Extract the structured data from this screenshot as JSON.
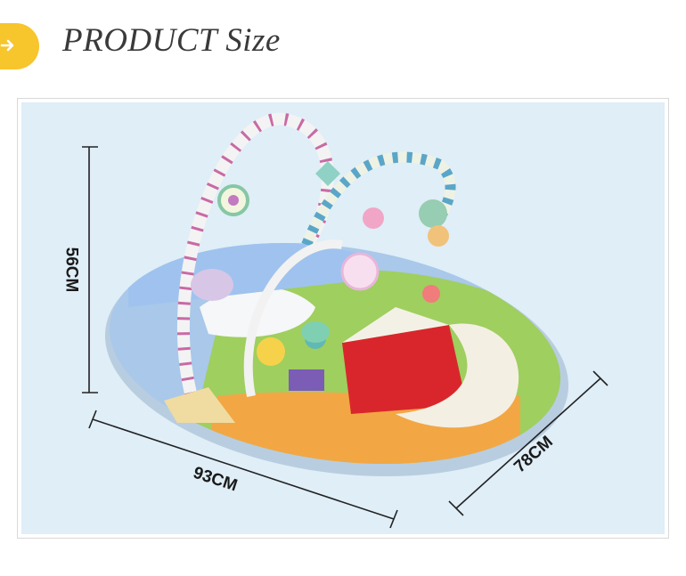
{
  "header": {
    "title": "PRODUCT Size",
    "accent_color": "#f7c52c",
    "icon": "arrow-right-icon"
  },
  "product_image": {
    "subject": "baby play gym mat with arches and hanging toys",
    "background_color": "#dfeef7",
    "dimensions": {
      "height_label": "56CM",
      "width_label": "93CM",
      "depth_label": "78CM"
    }
  }
}
